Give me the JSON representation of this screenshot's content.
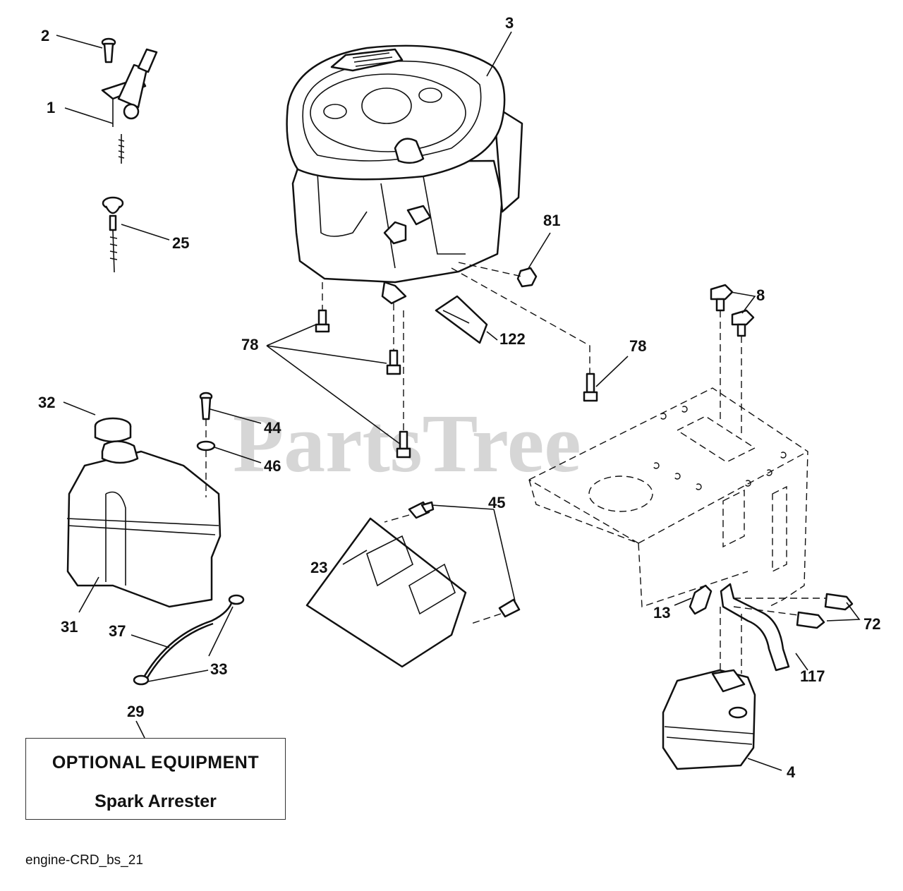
{
  "watermark": "PartsTree",
  "callouts": {
    "c2": "2",
    "c1": "1",
    "c25": "25",
    "c3": "3",
    "c81": "81",
    "c8": "8",
    "c78a": "78",
    "c78b": "78",
    "c122": "122",
    "c32": "32",
    "c44": "44",
    "c46": "46",
    "c45": "45",
    "c23": "23",
    "c31": "31",
    "c37": "37",
    "c33": "33",
    "c29": "29",
    "c13": "13",
    "c72": "72",
    "c117": "117",
    "c4": "4"
  },
  "optional_box": {
    "title": "OPTIONAL EQUIPMENT",
    "subtitle": "Spark Arrester"
  },
  "footer": {
    "code": "engine-CRD_bs_21"
  }
}
